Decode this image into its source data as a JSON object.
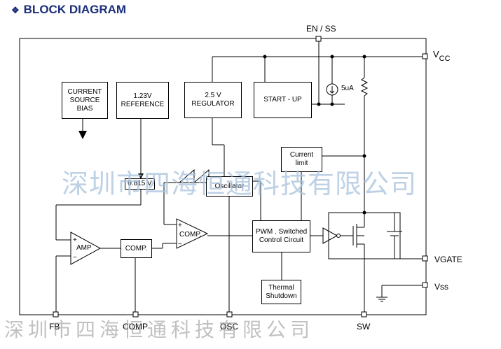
{
  "title": "BLOCK DIAGRAM",
  "title_bullet": "❖",
  "pins": {
    "en_ss": "EN / SS",
    "vcc_main": "V",
    "vcc_sub": "CC",
    "vgate": "VGATE",
    "vss": "Vss",
    "fb": "FB",
    "comp": "COMP",
    "osc": "OSC",
    "sw": "SW"
  },
  "blocks": {
    "current_source_bias": [
      "CURRENT",
      "SOURCE",
      "BIAS"
    ],
    "reference": [
      "1.23V",
      "REFERENCE"
    ],
    "regulator": [
      "2.5 V",
      "REGULATOR"
    ],
    "start_up": "START - UP",
    "current_limit": [
      "Current",
      "limit"
    ],
    "ref_0815": "0.815 V",
    "oscillator": "Oscillator",
    "amp": "AMP",
    "comp_block": "COMP.",
    "comp2": "COMP.",
    "pwm": [
      "PWM . Switched",
      "Control Circuit"
    ],
    "thermal": [
      "Thermal",
      "Shutdown"
    ]
  },
  "current_source_value": "5uA",
  "watermark": "深圳市四海恒通科技有限公司",
  "colors": {
    "title": "#1c2f7c",
    "watermark": "#a9c2dd",
    "watermark_bottom": "#8f8f8f",
    "line": "#000000"
  }
}
